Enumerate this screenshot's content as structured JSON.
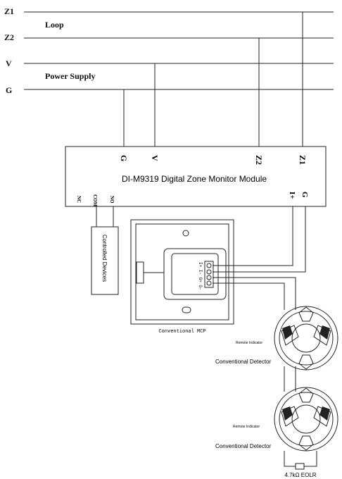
{
  "bus": {
    "z1": "Z1",
    "z2": "Z2",
    "v": "V",
    "g": "G",
    "loop_label": "Loop",
    "power_label": "Power Supply"
  },
  "module": {
    "title": "DI-M9319 Digital Zone Monitor Module",
    "terminals_top": [
      "G",
      "V",
      "Z2",
      "Z1"
    ],
    "relay_terminals": [
      "NC",
      "COM",
      "NO"
    ],
    "output_terminals": [
      "I+",
      "G"
    ]
  },
  "controlled": {
    "label": "Controlled Devices"
  },
  "mcp": {
    "caption": "Conventional MCP",
    "pins": "I+ I- G+ G-"
  },
  "detectors": [
    {
      "indicator_label": "Remote Indicator",
      "caption": "Conventional Detector"
    },
    {
      "indicator_label": "Remote Indicator",
      "caption": "Conventional Detector"
    }
  ],
  "eolr": {
    "label": "4.7kΩ EOLR"
  },
  "colors": {
    "line": "#222222",
    "background": "#ffffff"
  }
}
